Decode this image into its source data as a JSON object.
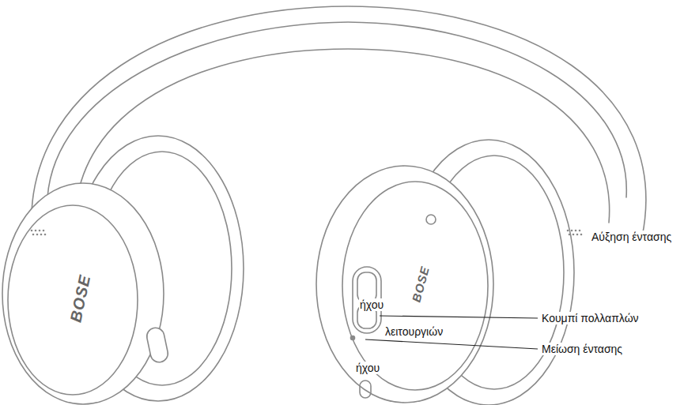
{
  "diagram": {
    "labels": [
      "Αύξηση έντασης",
      "ήχου",
      "Κουμπί πολλαπλών",
      "λειτουργιών",
      "Μείωση έντασης",
      "ήχου",
      "BOSE",
      "BOSE"
    ]
  }
}
